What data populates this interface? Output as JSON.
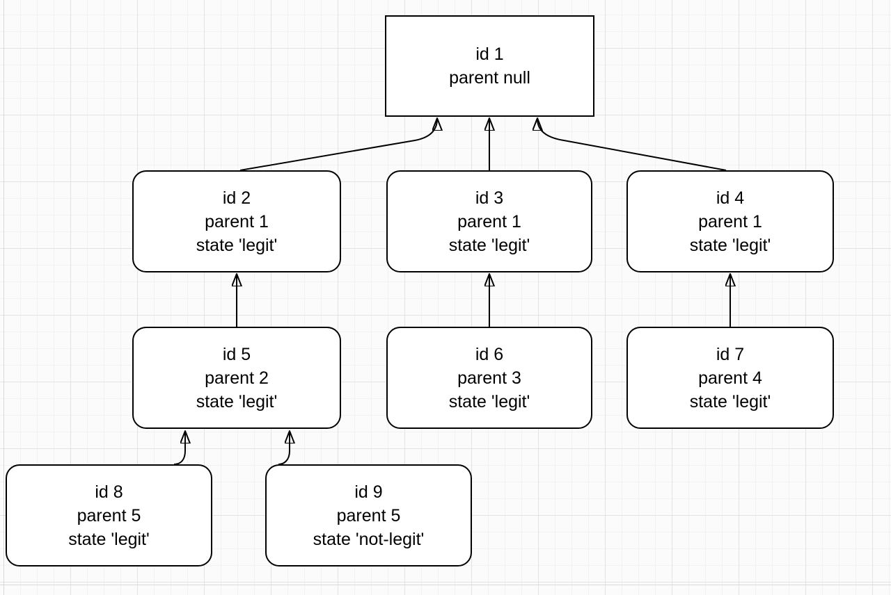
{
  "diagram": {
    "canvas": {
      "background": "#fbfbfb",
      "grid_minor_color": "#f2f2f3",
      "grid_major_color": "#e3e3e4",
      "node_fill": "#ffffff",
      "node_border_color": "#000000",
      "edge_color": "#000000",
      "text_color": "#000000"
    },
    "nodes": [
      {
        "key": "1",
        "lines": [
          "id 1",
          "parent null"
        ]
      },
      {
        "key": "2",
        "lines": [
          "id 2",
          "parent 1",
          "state 'legit'"
        ]
      },
      {
        "key": "3",
        "lines": [
          "id 3",
          "parent 1",
          "state 'legit'"
        ]
      },
      {
        "key": "4",
        "lines": [
          "id 4",
          "parent 1",
          "state 'legit'"
        ]
      },
      {
        "key": "5",
        "lines": [
          "id 5",
          "parent 2",
          "state 'legit'"
        ]
      },
      {
        "key": "6",
        "lines": [
          "id 6",
          "parent 3",
          "state 'legit'"
        ]
      },
      {
        "key": "7",
        "lines": [
          "id 7",
          "parent 4",
          "state 'legit'"
        ]
      },
      {
        "key": "8",
        "lines": [
          "id 8",
          "parent 5",
          "state 'legit'"
        ]
      },
      {
        "key": "9",
        "lines": [
          "id 9",
          "parent 5",
          "state 'not-legit'"
        ]
      }
    ],
    "edges": [
      {
        "from": "2",
        "to": "1"
      },
      {
        "from": "3",
        "to": "1"
      },
      {
        "from": "4",
        "to": "1"
      },
      {
        "from": "5",
        "to": "2"
      },
      {
        "from": "6",
        "to": "3"
      },
      {
        "from": "7",
        "to": "4"
      },
      {
        "from": "8",
        "to": "5"
      },
      {
        "from": "9",
        "to": "5"
      }
    ]
  }
}
